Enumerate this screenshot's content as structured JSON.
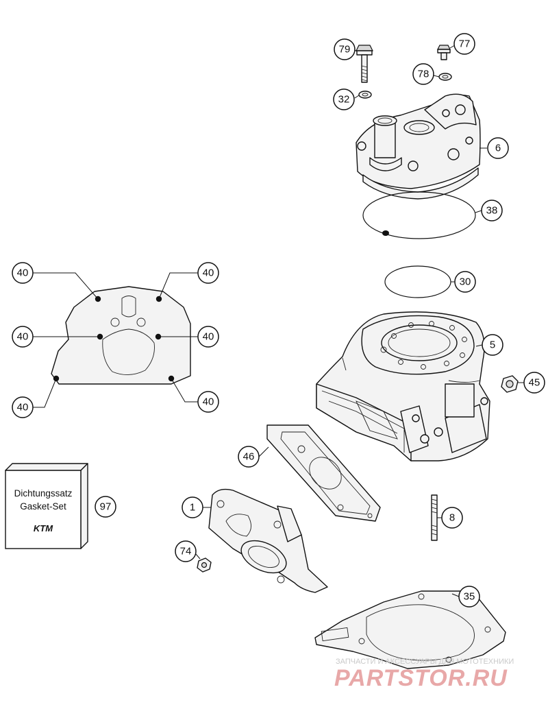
{
  "callouts": [
    {
      "id": "79",
      "label": "79"
    },
    {
      "id": "77",
      "label": "77"
    },
    {
      "id": "78",
      "label": "78"
    },
    {
      "id": "32",
      "label": "32"
    },
    {
      "id": "6",
      "label": "6"
    },
    {
      "id": "38",
      "label": "38"
    },
    {
      "id": "30",
      "label": "30"
    },
    {
      "id": "5",
      "label": "5"
    },
    {
      "id": "45",
      "label": "45"
    },
    {
      "id": "46",
      "label": "46"
    },
    {
      "id": "1",
      "label": "1"
    },
    {
      "id": "8",
      "label": "8"
    },
    {
      "id": "74",
      "label": "74"
    },
    {
      "id": "97",
      "label": "97"
    },
    {
      "id": "35",
      "label": "35"
    },
    {
      "id": "40",
      "label": "40"
    }
  ],
  "gasket_box": {
    "line1": "Dichtungssatz",
    "line2": "Gasket-Set",
    "brand": "KTM"
  },
  "watermark": {
    "tagline": "ЗАПЧАСТИ И АКСЕССУАРЫ ДЛЯ МОТОТЕХНИКИ",
    "brand": "PARTSTOR.RU"
  }
}
